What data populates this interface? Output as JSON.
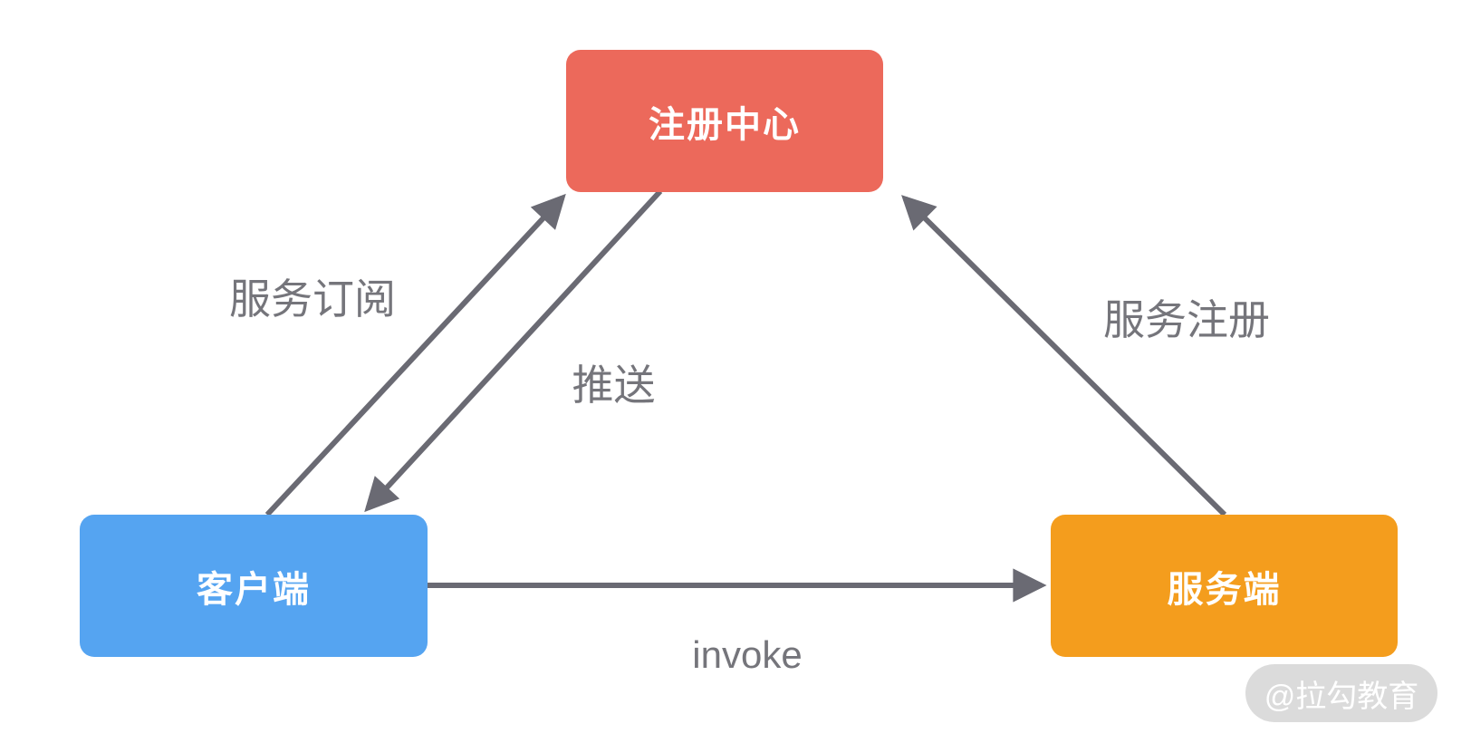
{
  "diagram": {
    "type": "architecture-diagram",
    "nodes": {
      "registry": {
        "label": "注册中心",
        "color": "#EC695B"
      },
      "client": {
        "label": "客户端",
        "color": "#55A4F1"
      },
      "server": {
        "label": "服务端",
        "color": "#F49D1D"
      }
    },
    "edges": {
      "subscribe": {
        "from": "客户端",
        "to": "注册中心",
        "label": "服务订阅",
        "direction": "client-to-registry"
      },
      "push": {
        "from": "注册中心",
        "to": "客户端",
        "label": "推送",
        "direction": "registry-to-client"
      },
      "register": {
        "from": "服务端",
        "to": "注册中心",
        "label": "服务注册",
        "direction": "server-to-registry"
      },
      "invoke": {
        "from": "客户端",
        "to": "服务端",
        "label": "invoke",
        "direction": "client-to-server"
      }
    },
    "colors": {
      "arrow": "#6A6A73",
      "edge_label_text": "#75757B",
      "node_text": "#FFFFFF",
      "background": "#FFFFFF",
      "watermark_background": "#DBDBDB",
      "watermark_text": "#FFFFFF"
    },
    "watermark": "@拉勾教育"
  }
}
